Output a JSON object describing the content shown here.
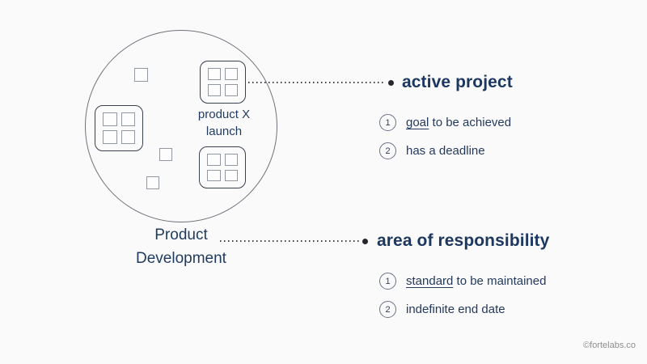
{
  "colors": {
    "background": "#fafafa",
    "navy_text": "#1e3a5f",
    "heading_navy": "#1c3760",
    "connector_dot": "#3f3f46",
    "square_gray": "#9298a2",
    "cluster_border": "#39404e",
    "credit_gray": "#8e8e90"
  },
  "diagram": {
    "circle_label_line1": "Product",
    "circle_label_line2": "Development",
    "project_label_line1": "product X",
    "project_label_line2": "launch"
  },
  "sections": {
    "project": {
      "title": "active project",
      "items": [
        {
          "num": "1",
          "lead": "goal",
          "rest": " to be achieved"
        },
        {
          "num": "2",
          "lead": "",
          "rest": "has a deadline"
        }
      ]
    },
    "area": {
      "title": "area of responsibility",
      "items": [
        {
          "num": "1",
          "lead": "standard",
          "rest": " to be maintained"
        },
        {
          "num": "2",
          "lead": "",
          "rest": "indefinite end date"
        }
      ]
    }
  },
  "footer": {
    "credit": "©fortelabs.co"
  }
}
